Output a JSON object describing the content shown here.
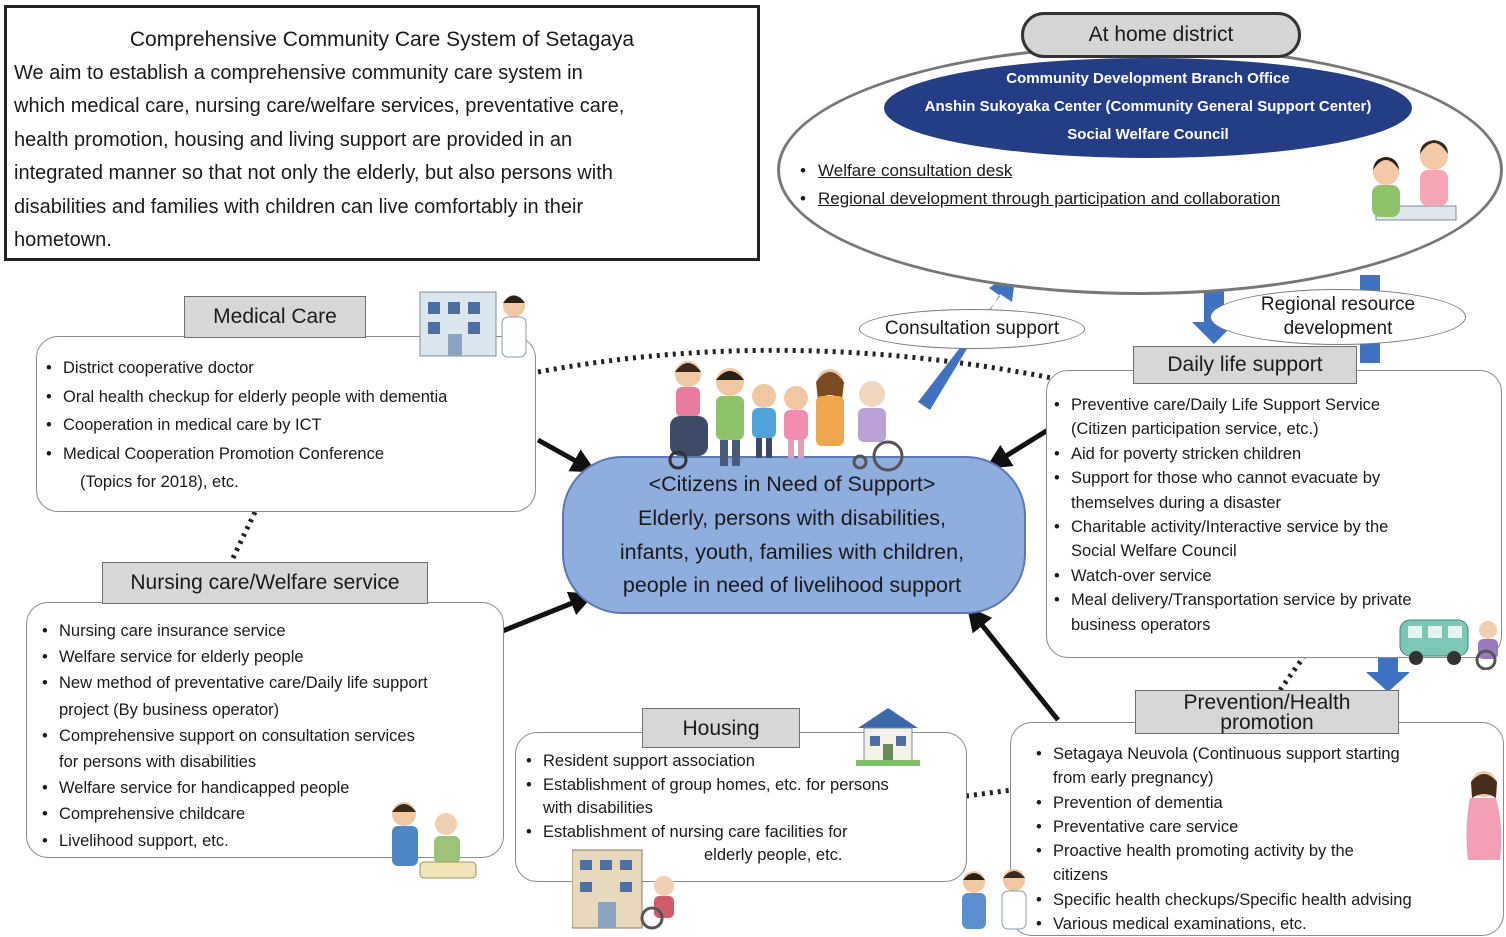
{
  "intro": {
    "title": "Comprehensive Community Care System of Setagaya",
    "lines": [
      "We aim to establish a comprehensive community care system in",
      "which medical care, nursing care/welfare services, preventative care,",
      "health promotion, housing and living support are provided in an",
      "integrated manner so that not only the elderly, but also persons with",
      "disabilities and families with children can live comfortably in their",
      "hometown."
    ]
  },
  "home_district": {
    "title": "At home district",
    "organizations": [
      "Community Development Branch Office",
      "Anshin Sukoyaka Center (Community General Support Center)",
      "Social Welfare Council"
    ],
    "items": [
      "Welfare consultation desk",
      "Regional development through participation and collaboration"
    ]
  },
  "links": {
    "consultation": "Consultation support",
    "regional": [
      "Regional resource",
      "development"
    ]
  },
  "center": {
    "title": "<Citizens in Need of Support>",
    "lines": [
      "Elderly, persons with disabilities,",
      "infants, youth, families with children,",
      "people in need of livelihood support"
    ]
  },
  "medical": {
    "title": "Medical Care",
    "items": [
      "District cooperative doctor",
      "Oral health checkup for elderly people with dementia",
      "Cooperation in medical care by ICT",
      "Medical Cooperation Promotion Conference",
      "(Topics for 2018), etc."
    ]
  },
  "nursing": {
    "title": "Nursing care/Welfare service",
    "items": [
      "Nursing care insurance service",
      "Welfare service for elderly people",
      "New method of preventative care/Daily life support",
      "project (By business operator)",
      "Comprehensive support on consultation services",
      "for persons with disabilities",
      "Welfare service for handicapped people",
      "Comprehensive childcare",
      "Livelihood support, etc."
    ]
  },
  "housing": {
    "title": "Housing",
    "items": [
      "Resident support association",
      "Establishment of group homes, etc. for persons",
      "with disabilities",
      "Establishment of nursing care facilities for",
      "elderly people, etc."
    ]
  },
  "daily": {
    "title": "Daily life support",
    "items": [
      "Preventive care/Daily Life Support Service",
      "(Citizen participation service, etc.)",
      "Aid for poverty stricken children",
      "Support for those who cannot evacuate by",
      "themselves during a disaster",
      "Charitable activity/Interactive service by the",
      "Social Welfare Council",
      "Watch-over service",
      "Meal delivery/Transportation service by private",
      "business operators"
    ]
  },
  "prevention": {
    "title": [
      "Prevention/Health",
      "promotion"
    ],
    "items": [
      "Setagaya Neuvola (Continuous support starting",
      "from early pregnancy)",
      "Prevention of dementia",
      "Preventative care service",
      "Proactive health promoting activity by the",
      "citizens",
      "Specific health checkups/Specific health advising",
      "Various medical examinations, etc."
    ]
  },
  "colors": {
    "org_ellipse": "#243e86",
    "center_fill": "#8eaede",
    "blue_arrow": "#3f73c1",
    "tag_fill": "#d7d7d7"
  }
}
